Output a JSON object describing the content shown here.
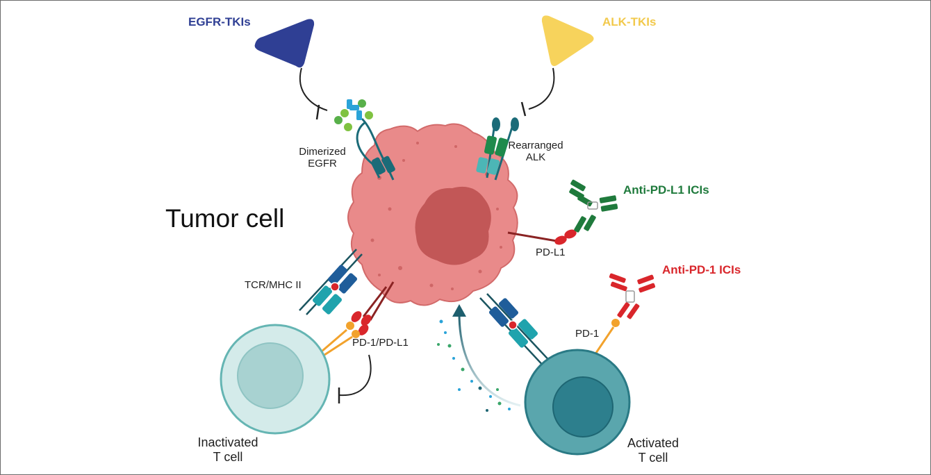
{
  "labels": {
    "egfr_tkis": "EGFR-TKIs",
    "alk_tkis": "ALK-TKIs",
    "dimerized_line1": "Dimerized",
    "dimerized_line2": "EGFR",
    "rearranged_line1": "Rearranged",
    "rearranged_line2": "ALK",
    "tumor_cell": "Tumor cell",
    "anti_pd_l1": "Anti-PD-L1 ICIs",
    "pd_l1": "PD-L1",
    "anti_pd_1": "Anti-PD-1 ICIs",
    "pd_1": "PD-1",
    "tcr_mhc": "TCR/MHC II",
    "pd1_pdl1": "PD-1/PD-L1",
    "inactivated_line1": "Inactivated",
    "inactivated_line2": "T cell",
    "activated_line1": "Activated",
    "activated_line2": "T cell"
  },
  "colors": {
    "egfr_tki": "#2f3f94",
    "alk_tki": "#f7d35c",
    "anti_pd_l1": "#1f7a3c",
    "anti_pd_1": "#d9262b",
    "tumor_body": "#e98a8a",
    "tumor_nucleus": "#c25757",
    "inactivated_t_cell": "#d4ebea",
    "activated_t_cell": "#5aa6ad"
  }
}
